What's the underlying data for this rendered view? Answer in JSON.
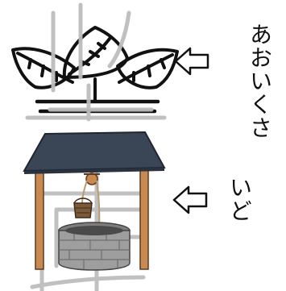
{
  "labels": {
    "grass_reading": "あおいくさ",
    "well_reading": "いど"
  },
  "icons": {
    "grass": "grass-radical-icon",
    "well": "well-illustration",
    "arrow": "left-arrow-icon"
  },
  "colors": {
    "ink": "#111111",
    "stroke_guide": "#bdbdbd",
    "roof": "#3a4556",
    "wood": "#c98a52",
    "stone": "#9e9e9e"
  }
}
